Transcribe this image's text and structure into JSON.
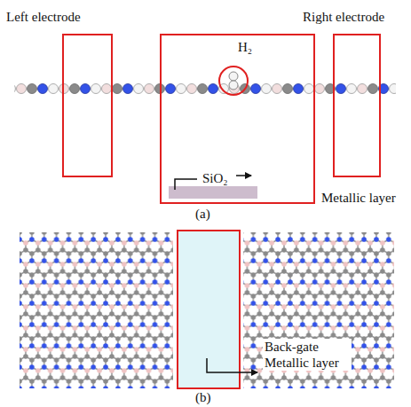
{
  "diagram": {
    "nodes": [
      {
        "text": [
          "Left electrode"
        ]
      },
      {
        "text": [
          "H₂",
          "SiO₂"
        ]
      },
      {
        "text": [
          "Right electrode"
        ]
      }
    ],
    "labels": [
      "Metallic layer",
      "(a)",
      "Back-gate Metallic layer",
      "(b)"
    ]
  }
}
